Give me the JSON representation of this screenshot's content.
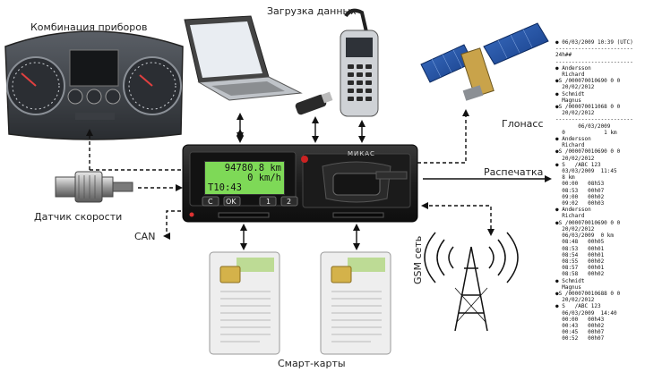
{
  "labels": {
    "instrument_cluster": "Комбинация приборов",
    "data_download": "Загрузка данных",
    "glonass": "Глонасс",
    "printout": "Распечатка",
    "speed_sensor": "Датчик скорости",
    "can": "CAN",
    "gsm": "GSM сеть",
    "smart_cards": "Смарт-карты"
  },
  "device": {
    "brand": "МИКАС",
    "lcd_line1": "94780.8 km",
    "lcd_line2": "0 km/h",
    "lcd_line3": "T10:43",
    "btn_c": "C",
    "btn_ok": "OK",
    "btn_1": "1",
    "btn_2": "2"
  },
  "receipt_lines": [
    "● 06/03/2009 10:39 (UTC)",
    "------------------------",
    "24h##",
    "------------------------",
    "● Andersson",
    "  Richard",
    "●S /000070010690 0 0",
    "  20/02/2012",
    "● Schmidt",
    "  Magnus",
    "●S /000070011068 0 0",
    "  20/02/2012",
    "------------------------",
    "       06/03/2009",
    "  0            1 km",
    "● Andersson",
    "  Richard",
    "●S /000070010690 0 0",
    "  20/02/2012",
    "● S   /ABC 123",
    "  03/03/2009  11:45",
    "  8 km",
    "  00:00   08h53",
    "  08:53   00h07",
    "  09:00   00h02",
    "  09:02   00h03",
    "● Andersson",
    "  Richard",
    "●S /000070010690 0 0",
    "  20/02/2012",
    "  06/03/2009  0 km",
    "  08:48   00h05",
    "  08:53   00h01",
    "  08:54   00h01",
    "  08:55   00h02",
    "  08:57   00h01",
    "  08:58   00h02",
    "● Schmidt",
    "  Magnus",
    "●S /000070010688 0 0",
    "  20/02/2012",
    "● S   /ABC 123",
    "  06/03/2009  14:40",
    "  00:00   00h43",
    "  00:43   00h02",
    "  00:45   00h07",
    "  00:52   00h07"
  ]
}
